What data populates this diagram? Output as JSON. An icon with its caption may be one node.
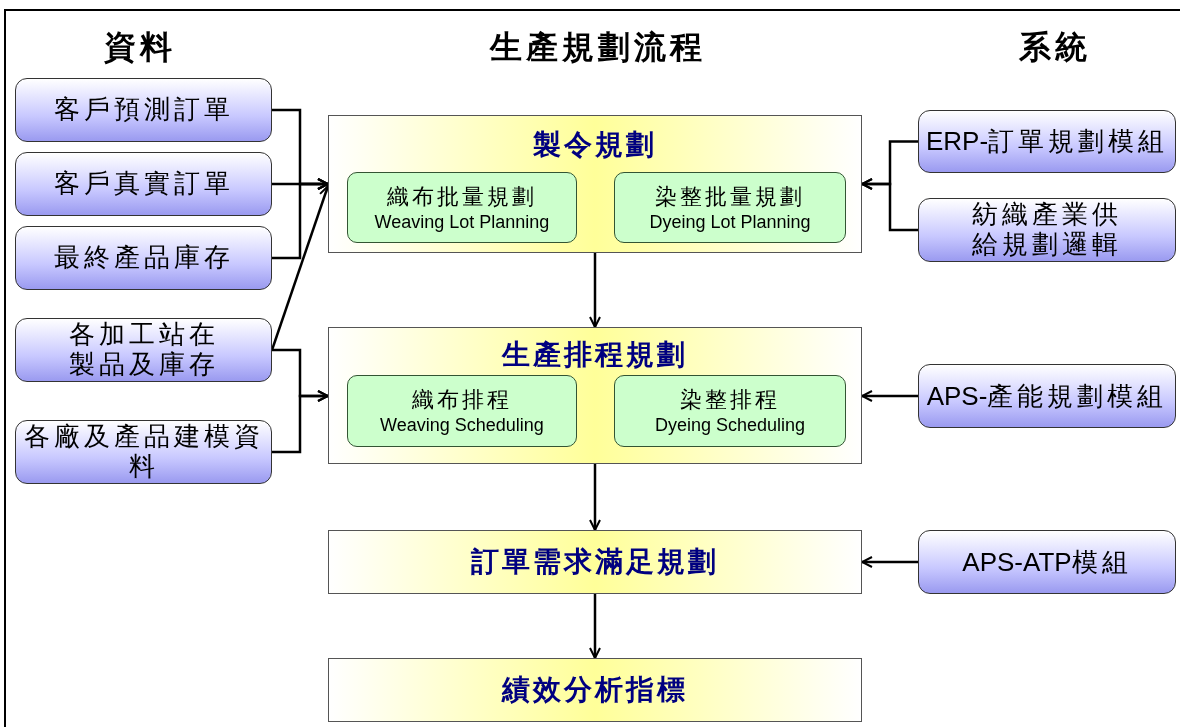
{
  "diagram": {
    "title": "生產規劃流程",
    "nodes": [
      {
        "text": [
          "客戶預測訂單"
        ]
      },
      {
        "text": [
          "客戶真實訂單"
        ]
      },
      {
        "text": [
          "最終產品庫存"
        ]
      },
      {
        "text": [
          "各加工站在製品及庫存"
        ]
      },
      {
        "text": [
          "各廠及產品建模資料"
        ]
      },
      {
        "text": [
          "製令規劃"
        ]
      },
      {
        "text": [
          "織布批量規劃",
          "Weaving Lot Planning"
        ],
        "in": 5
      },
      {
        "text": [
          "染整批量規劃",
          "Dyeing Lot Planning"
        ],
        "in": 5
      },
      {
        "text": [
          "生產排程規劃"
        ]
      },
      {
        "text": [
          "織布排程",
          "Weaving Scheduling"
        ],
        "in": 8
      },
      {
        "text": [
          "染整排程",
          "Dyeing Scheduling"
        ],
        "in": 8
      },
      {
        "text": [
          "訂單需求滿足規劃"
        ]
      },
      {
        "text": [
          "績效分析指標"
        ]
      },
      {
        "text": [
          "ERP-訂單規劃模組"
        ]
      },
      {
        "text": [
          "紡織產業供給規劃邏輯"
        ]
      },
      {
        "text": [
          "APS-產能規劃模組"
        ]
      },
      {
        "text": [
          "APS-ATP模組"
        ]
      }
    ],
    "edges": [
      {
        "from": 0,
        "to": 5,
        "arrow": "to"
      },
      {
        "from": 1,
        "to": 5,
        "arrow": "to"
      },
      {
        "from": 2,
        "to": 5,
        "arrow": "to"
      },
      {
        "from": 3,
        "to": 5,
        "arrow": "to"
      },
      {
        "from": 3,
        "to": 8,
        "arrow": "to"
      },
      {
        "from": 4,
        "to": 8,
        "arrow": "to"
      },
      {
        "from": 13,
        "to": 5,
        "arrow": "to"
      },
      {
        "from": 14,
        "to": 5,
        "arrow": "to"
      },
      {
        "from": 15,
        "to": 8,
        "arrow": "to"
      },
      {
        "from": 16,
        "to": 11,
        "arrow": "to"
      },
      {
        "from": 5,
        "to": 8,
        "arrow": "to"
      },
      {
        "from": 8,
        "to": 11,
        "arrow": "to"
      },
      {
        "from": 11,
        "to": 12,
        "arrow": "to"
      }
    ],
    "labels": [
      "資料",
      "系統"
    ]
  }
}
